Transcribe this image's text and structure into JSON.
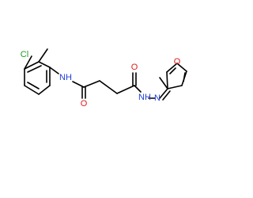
{
  "atoms": {
    "cl": {
      "label": "Cl",
      "color": "#1f9e1f"
    },
    "nh_amide": {
      "label": "NH",
      "color": "#1f3fd6"
    },
    "o_amide": {
      "label": "O",
      "color": "#e01b1b"
    },
    "o_hydrazide": {
      "label": "O",
      "color": "#e01b1b"
    },
    "nh_hydrazide": {
      "label": "NH",
      "color": "#1f3fd6"
    },
    "n_imine": {
      "label": "N",
      "color": "#1f3fd6"
    },
    "o_furan": {
      "label": "O",
      "color": "#e01b1b"
    }
  }
}
